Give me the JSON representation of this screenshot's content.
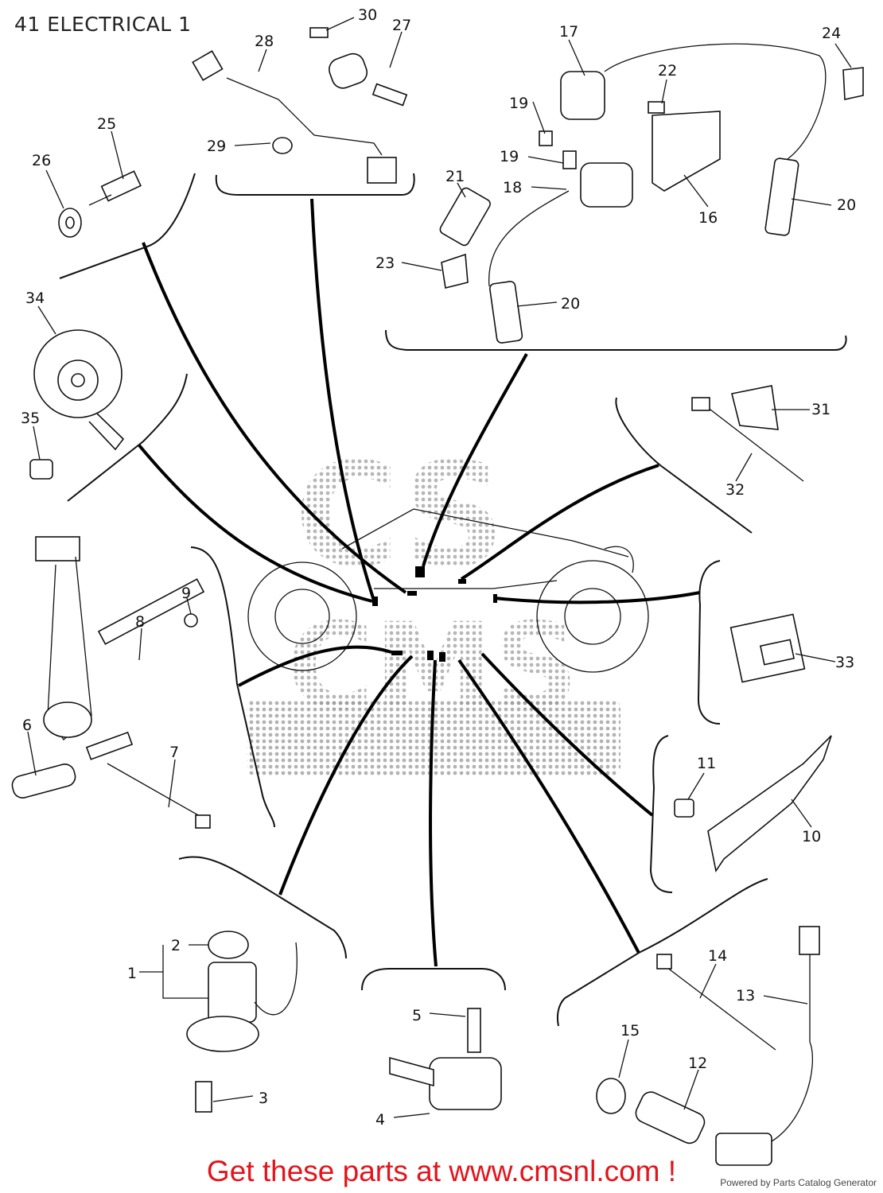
{
  "header": {
    "title": "41 ELECTRICAL 1"
  },
  "footer": {
    "cta": "Get these parts at www.cmsnl.com !",
    "credit": "Powered by Parts Catalog Generator"
  },
  "parts": [
    {
      "no": "1"
    },
    {
      "no": "2"
    },
    {
      "no": "3"
    },
    {
      "no": "4"
    },
    {
      "no": "5"
    },
    {
      "no": "6"
    },
    {
      "no": "7"
    },
    {
      "no": "8"
    },
    {
      "no": "9"
    },
    {
      "no": "10"
    },
    {
      "no": "11"
    },
    {
      "no": "12"
    },
    {
      "no": "13"
    },
    {
      "no": "14"
    },
    {
      "no": "15"
    },
    {
      "no": "16"
    },
    {
      "no": "17"
    },
    {
      "no": "18"
    },
    {
      "no": "19"
    },
    {
      "no": "19"
    },
    {
      "no": "20"
    },
    {
      "no": "20"
    },
    {
      "no": "21"
    },
    {
      "no": "22"
    },
    {
      "no": "23"
    },
    {
      "no": "24"
    },
    {
      "no": "25"
    },
    {
      "no": "26"
    },
    {
      "no": "27"
    },
    {
      "no": "28"
    },
    {
      "no": "29"
    },
    {
      "no": "30"
    },
    {
      "no": "31"
    },
    {
      "no": "32"
    },
    {
      "no": "33"
    },
    {
      "no": "34"
    },
    {
      "no": "35"
    }
  ],
  "colors": {
    "cta": "#e4141b",
    "ink": "#111111",
    "watermark": "#c8c8c8"
  }
}
